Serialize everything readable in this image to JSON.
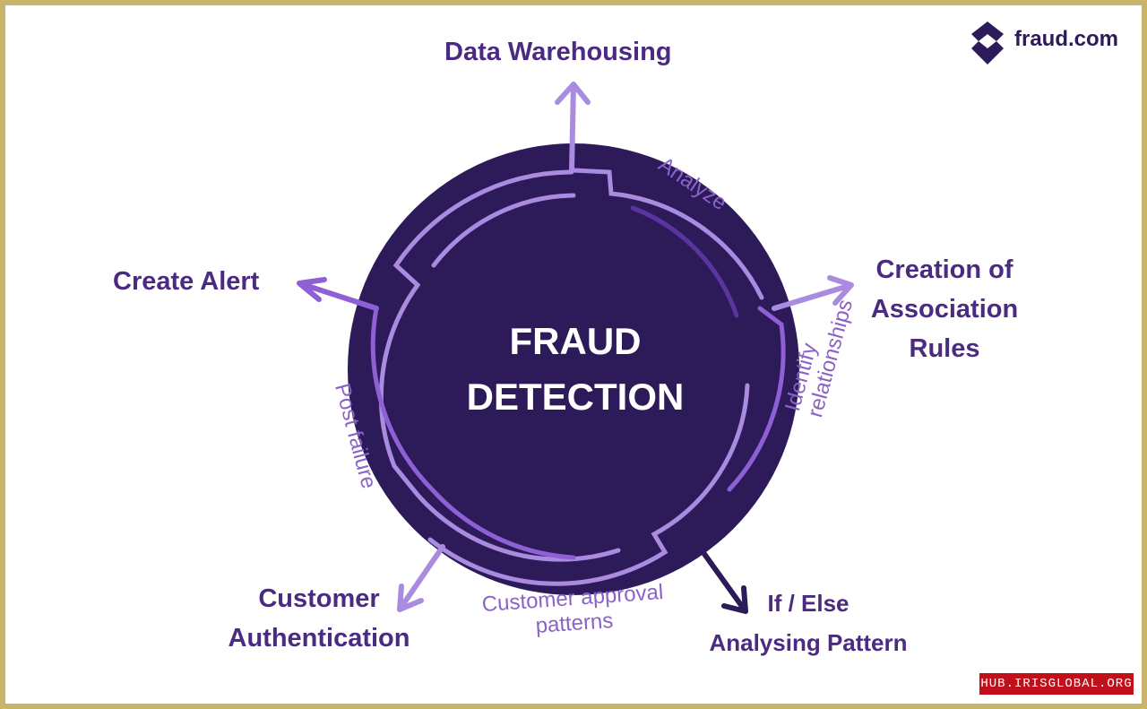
{
  "diagram": {
    "center": {
      "line1": "FRAUD",
      "line2": "DETECTION"
    },
    "nodes": {
      "data_warehousing": "Data Warehousing",
      "create_alert": "Create Alert",
      "association_rules": {
        "line1": "Creation of",
        "line2": "Association",
        "line3": "Rules"
      },
      "customer_authentication": {
        "line1": "Customer",
        "line2": "Authentication"
      },
      "if_else": {
        "line1": "If / Else",
        "line2": "Analysing Pattern"
      }
    },
    "phases": {
      "analyze": "Analyze",
      "identify": {
        "line1": "Identify",
        "line2": "relationships"
      },
      "post_failure": "Post failure",
      "approval": {
        "line1": "Customer approval",
        "line2": "patterns"
      }
    },
    "colors": {
      "circle": "#2d1a59",
      "arc_light": "#a98be0",
      "arc_mid": "#8f5fd6",
      "arc_dark": "#5a35a0",
      "node_text": "#4b2a82",
      "phase_text": "#8a63c8"
    }
  },
  "branding": {
    "logo_text": "fraud.com",
    "logo_icon": "fraud-logo-icon",
    "watermark": "HUB.IRISGLOBAL.ORG"
  }
}
